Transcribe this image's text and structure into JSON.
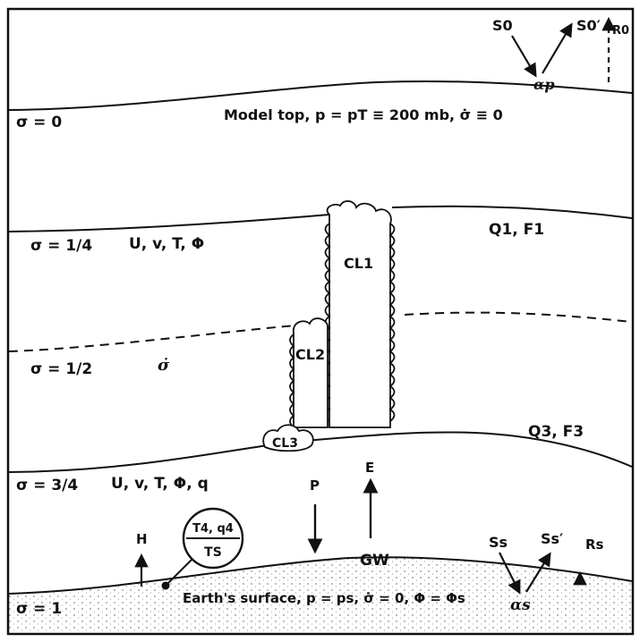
{
  "levels": {
    "sigma_0": "σ = 0",
    "sigma_1_4": "σ = 1/4",
    "sigma_1_2": "σ = 1/2",
    "sigma_3_4": "σ = 3/4",
    "sigma_1": "σ = 1"
  },
  "model_top_text": "Model top, p = pT ≡ 200 mb, σ̇ ≡ 0",
  "level_1_4_vars": "U, v, T, Φ",
  "level_1_2_var": "σ̇",
  "level_3_4_vars": "U, v, T, Φ, q",
  "q1f1": "Q1, F1",
  "q3f3": "Q3, F3",
  "clouds": {
    "cl1": "CL1",
    "cl2": "CL2",
    "cl3": "CL3"
  },
  "radiation_top": {
    "s0": "S0",
    "s0_prime": "S0′",
    "r0": "R0",
    "alpha_p": "αp"
  },
  "radiation_surface": {
    "ss": "Ss",
    "ss_prime": "Ss′",
    "rs": "Rs",
    "alpha_s": "αs"
  },
  "fluxes": {
    "h": "H",
    "p": "P",
    "e": "E",
    "gw": "GW"
  },
  "ground_circle": {
    "top": "T4, q4",
    "bottom": "TS"
  },
  "surface_text": "Earth's surface, p = ps, σ̇ = 0, Φ = Φs"
}
